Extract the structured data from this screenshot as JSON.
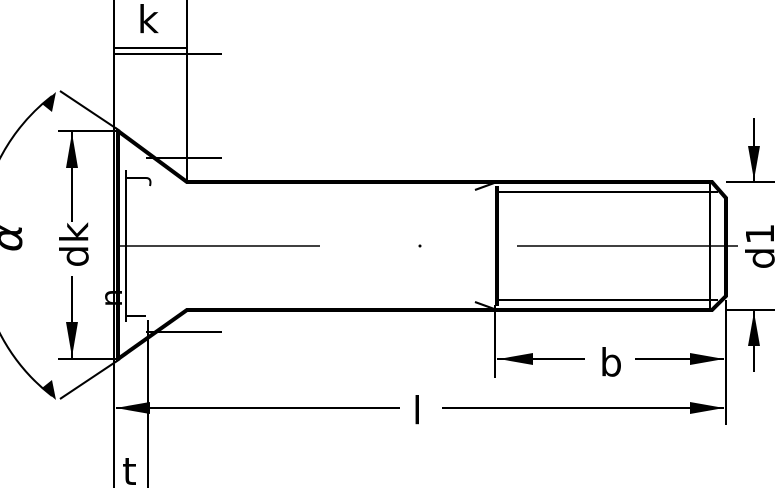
{
  "labels": {
    "k": "k",
    "dk": "dk",
    "alpha": "α",
    "n": "n",
    "d1": "d1",
    "b": "b",
    "l": "l",
    "t": "t"
  }
}
